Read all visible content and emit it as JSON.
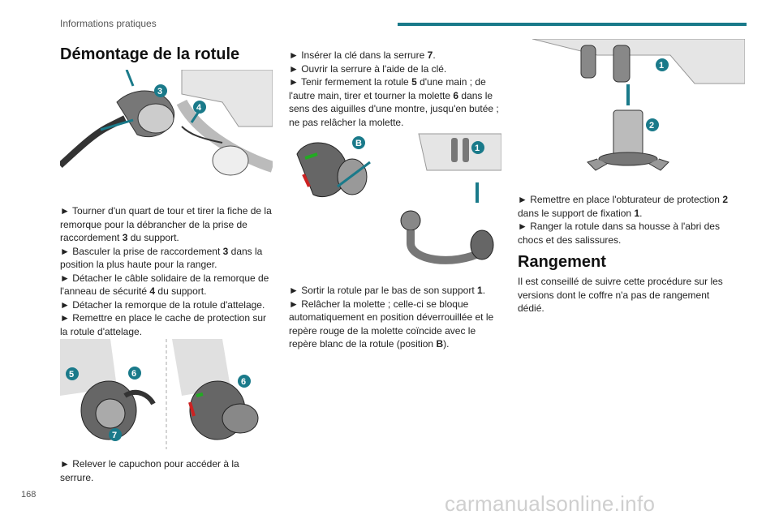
{
  "header": {
    "section": "Informations pratiques",
    "page_number": "168",
    "accent_color": "#1a7a8a"
  },
  "watermark": "carmanualsonline.info",
  "col1": {
    "title": "Démontage de la rotule",
    "fig1_callouts": [
      "3",
      "4"
    ],
    "para1": [
      [
        "► Tourner d'un quart de tour et tirer la fiche de la remorque pour la débrancher de la prise de raccordement ",
        "3",
        " du support."
      ],
      [
        "► Basculer la prise de raccordement ",
        "3",
        " dans la position la plus haute pour la ranger."
      ],
      [
        "► Détacher le câble solidaire de la remorque de l'anneau de sécurité ",
        "4",
        " du support."
      ],
      [
        "► Détacher la remorque de la rotule d'attelage.",
        "",
        ""
      ],
      [
        "► Remettre en place le cache de protection sur la rotule d'attelage.",
        "",
        ""
      ]
    ],
    "fig2_callouts": [
      "5",
      "6",
      "7",
      "6"
    ],
    "para2": "► Relever le capuchon pour accéder à la serrure."
  },
  "col2": {
    "para1": [
      [
        "► Insérer la clé dans la serrure ",
        "7",
        "."
      ],
      [
        "► Ouvrir la serrure à l'aide de la clé.",
        "",
        ""
      ],
      [
        "► Tenir fermement la rotule ",
        "5",
        " d'une main ; de l'autre main, tirer et tourner la molette ",
        "6",
        " dans le sens des aiguilles d'une montre, jusqu'en butée ; ne pas relâcher la molette."
      ]
    ],
    "fig_callouts": [
      "B",
      "1"
    ],
    "para2": [
      [
        "► Sortir la rotule par le bas de son support ",
        "1",
        "."
      ],
      [
        "► Relâcher la molette ; celle-ci se bloque automatiquement en position déverrouillée et le repère rouge de la molette coïncide avec le repère blanc de la rotule (position ",
        "B",
        ")."
      ]
    ]
  },
  "col3": {
    "fig_callouts": [
      "1",
      "2"
    ],
    "para1": [
      [
        "► Remettre en place l'obturateur de protection ",
        "2",
        " dans le support de fixation ",
        "1",
        "."
      ],
      [
        "► Ranger la rotule dans sa housse à l'abri des chocs et des salissures.",
        "",
        "",
        "",
        ""
      ]
    ],
    "title": "Rangement",
    "para2": "Il est conseillé de suivre cette procédure sur les versions dont le coffre n'a pas de rangement dédié."
  }
}
